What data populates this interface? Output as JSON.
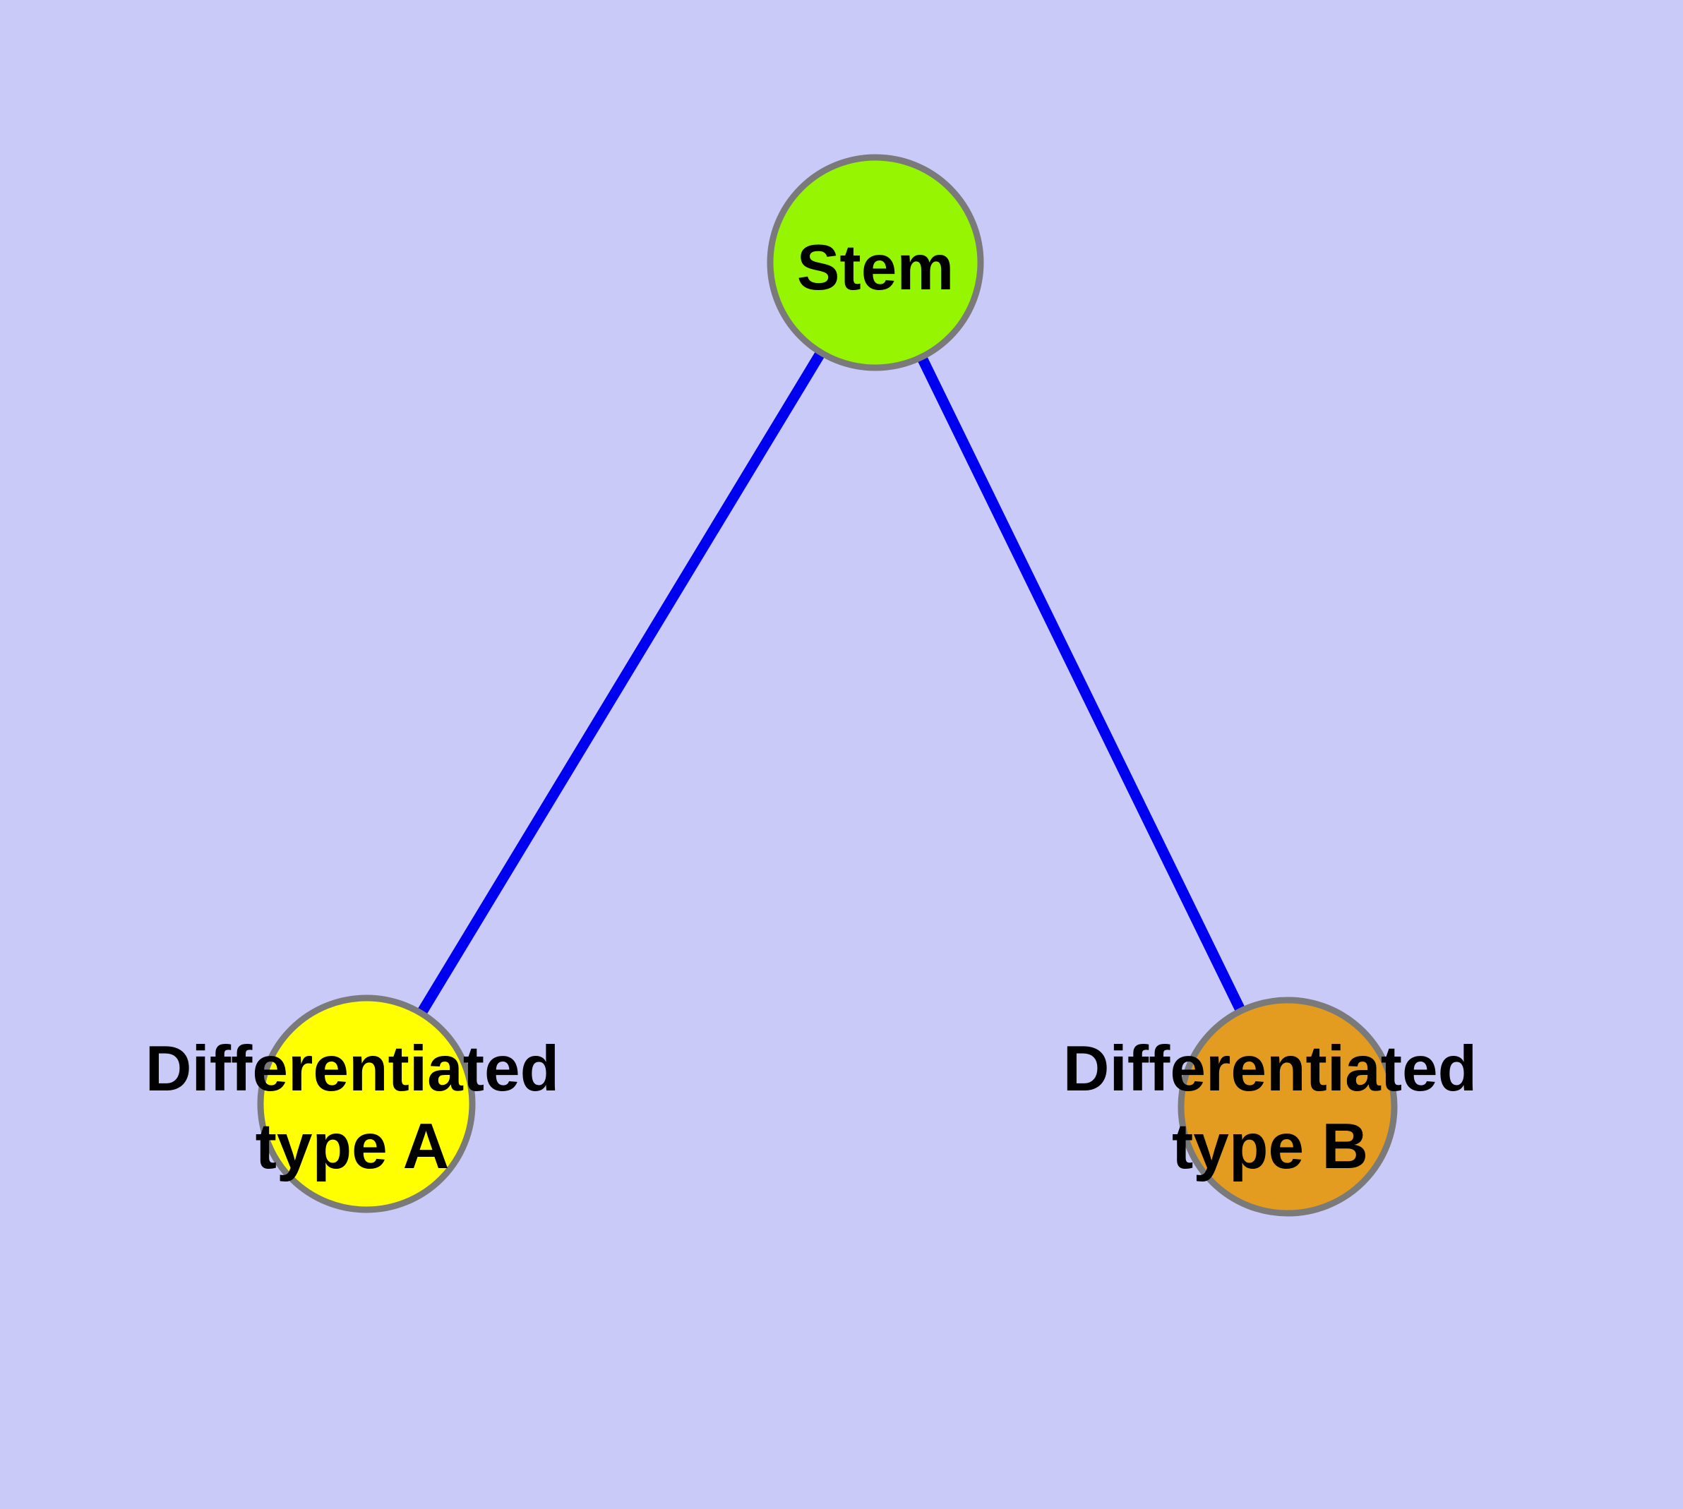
{
  "diagram": {
    "title": "",
    "background_color": "#cacaf8",
    "text_color": "#000000",
    "node_border_color": "#7a7a7a",
    "edge_color": "#0000f0",
    "nodes": [
      {
        "id": "stem",
        "label": "Stem",
        "fill": "#96f500",
        "border_color": "#7a7a7a",
        "shape": "circle"
      },
      {
        "id": "differentiated-type-a",
        "label_line1": "Differentiated",
        "label_line2": "type A",
        "fill": "#ffff00",
        "border_color": "#7a7a7a",
        "shape": "circle"
      },
      {
        "id": "differentiated-type-b",
        "label_line1": "Differentiated",
        "label_line2": "type B",
        "fill": "#e49c20",
        "border_color": "#7a7a7a",
        "shape": "circle"
      }
    ],
    "edges": [
      {
        "from": "stem",
        "to": "differentiated-type-a",
        "color": "#0000f0",
        "style": "solid",
        "arrowhead": "none"
      },
      {
        "from": "stem",
        "to": "differentiated-type-b",
        "color": "#0000f0",
        "style": "solid",
        "arrowhead": "none"
      }
    ]
  }
}
